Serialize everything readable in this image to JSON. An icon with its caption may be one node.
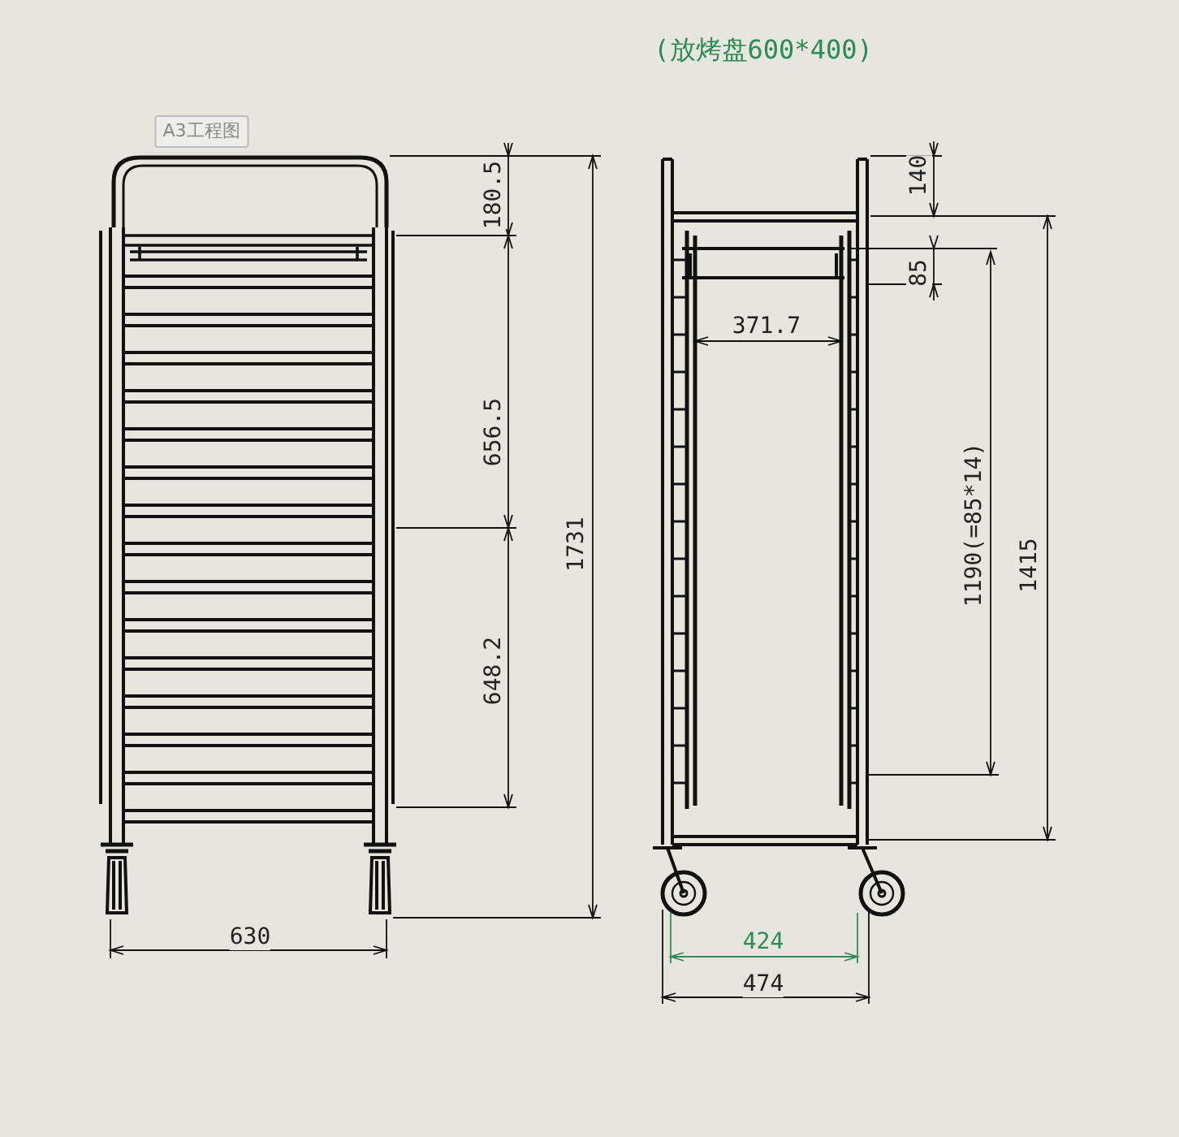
{
  "diagram": {
    "title": "(放烤盘600*400)",
    "labels": [
      "A3工程图",
      "180.5",
      "656.5",
      "648.2",
      "1731",
      "630",
      "140",
      "85",
      "371.7",
      "1190(=85*14)",
      "1415",
      "424",
      "474"
    ]
  }
}
